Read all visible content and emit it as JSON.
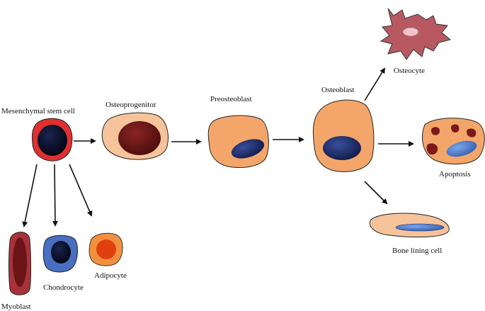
{
  "labels": {
    "msc": "Mesenchymal stem cell",
    "osteoprogenitor": "Osteoprogenitor",
    "preosteoblast": "Preosteoblast",
    "osteoblast": "Osteoblast",
    "osteocyte": "Osteocyte",
    "apoptosis": "Apoptosis",
    "bone_lining": "Bone lining cell",
    "myoblast": "Myoblast",
    "chondrocyte": "Chondrocyte",
    "adipocyte": "Adipocyte"
  },
  "colors": {
    "msc_membrane": "#e03030",
    "msc_nucleus": "#0a1030",
    "osteo_cytoplasm": "#f4a66a",
    "osteoprogenitor_cytoplasm": "#f6c39a",
    "dark_red_nucleus": "#6b1616",
    "navy_nucleus": "#1c2a6a",
    "osteocyte_body": "#b85860",
    "osteocyte_nucleus": "#f2c4c8",
    "apoptosis_fragment": "#7a1a1a",
    "blue_nucleus": "#4a78c8",
    "myoblast": "#a8323a",
    "chondrocyte": "#4a6ec0",
    "adipocyte_outer": "#f29040",
    "adipocyte_inner": "#e04010",
    "arrow": "#111111"
  }
}
